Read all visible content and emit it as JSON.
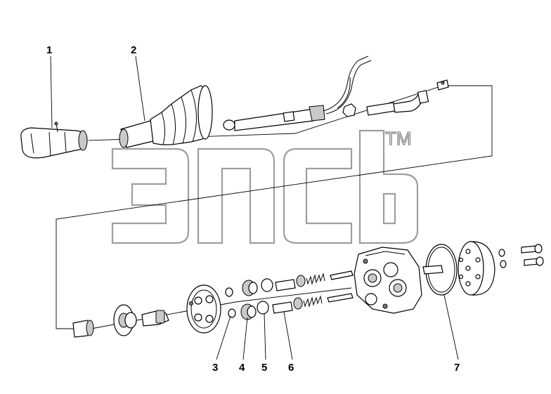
{
  "diagram": {
    "callouts": [
      {
        "id": "1",
        "label": "1"
      },
      {
        "id": "2",
        "label": "2"
      },
      {
        "id": "3",
        "label": "3"
      },
      {
        "id": "4",
        "label": "4"
      },
      {
        "id": "5",
        "label": "5"
      },
      {
        "id": "6",
        "label": "6"
      },
      {
        "id": "7",
        "label": "7"
      }
    ],
    "watermark": {
      "logo_text": "эпсь",
      "trademark": "TM"
    }
  }
}
